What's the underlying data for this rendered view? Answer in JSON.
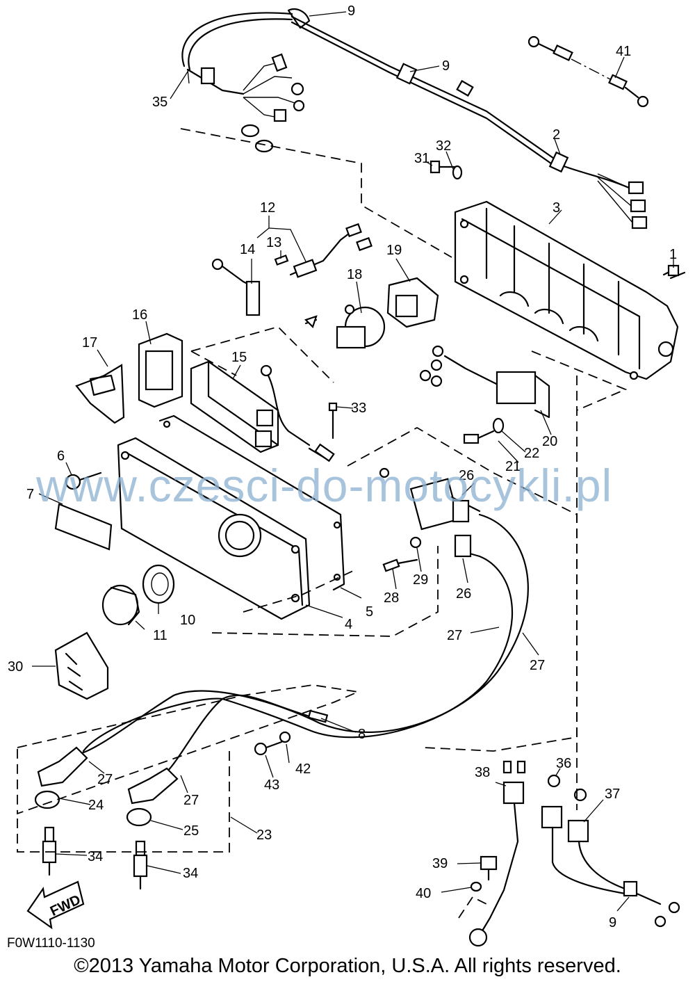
{
  "diagram": {
    "callouts": [
      "1",
      "2",
      "3",
      "4",
      "5",
      "6",
      "7",
      "8",
      "9",
      "10",
      "11",
      "12",
      "13",
      "14",
      "15",
      "16",
      "17",
      "18",
      "19",
      "20",
      "21",
      "22",
      "23",
      "24",
      "25",
      "26",
      "27",
      "28",
      "29",
      "30",
      "31",
      "32",
      "33",
      "34",
      "35",
      "36",
      "37",
      "38",
      "39",
      "40",
      "41",
      "42",
      "43"
    ],
    "fwd_label": "FWD"
  },
  "watermark": "www.czesci-do-motocykli.pl",
  "diagram_code": "F0W1110-1130",
  "copyright": "©2013 Yamaha Motor Corporation, U.S.A. All rights reserved."
}
